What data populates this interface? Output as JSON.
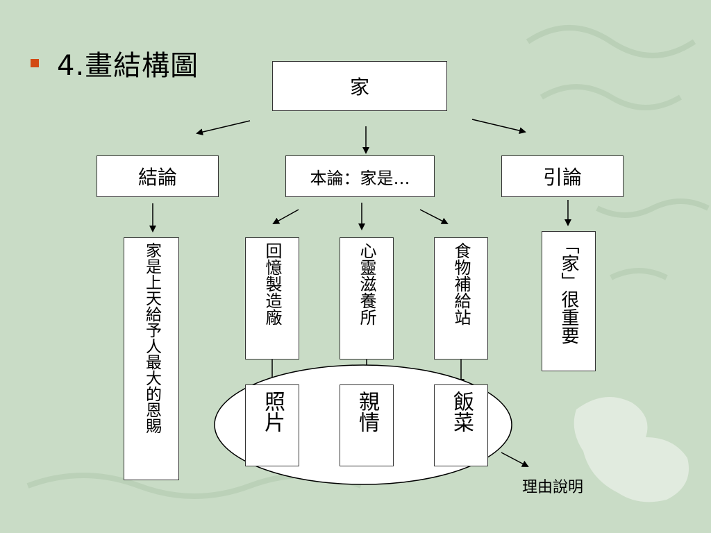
{
  "slide": {
    "title": "4.畫結構圖",
    "colors": {
      "background": "#c9dcc6",
      "bullet": "#d24a14"
    }
  },
  "diagram": {
    "root": "家",
    "level1": {
      "left": "結論",
      "center": "本論：家是…",
      "right": "引論"
    },
    "conclusion_detail": "家是上天給予人最大的恩賜",
    "intro_detail": "「家」很重要",
    "body_topics": [
      "回憶製造廠",
      "心靈滋養所",
      "食物補給站"
    ],
    "reasons": [
      "照片",
      "親情",
      "飯菜"
    ],
    "reason_note": "理由說明"
  }
}
